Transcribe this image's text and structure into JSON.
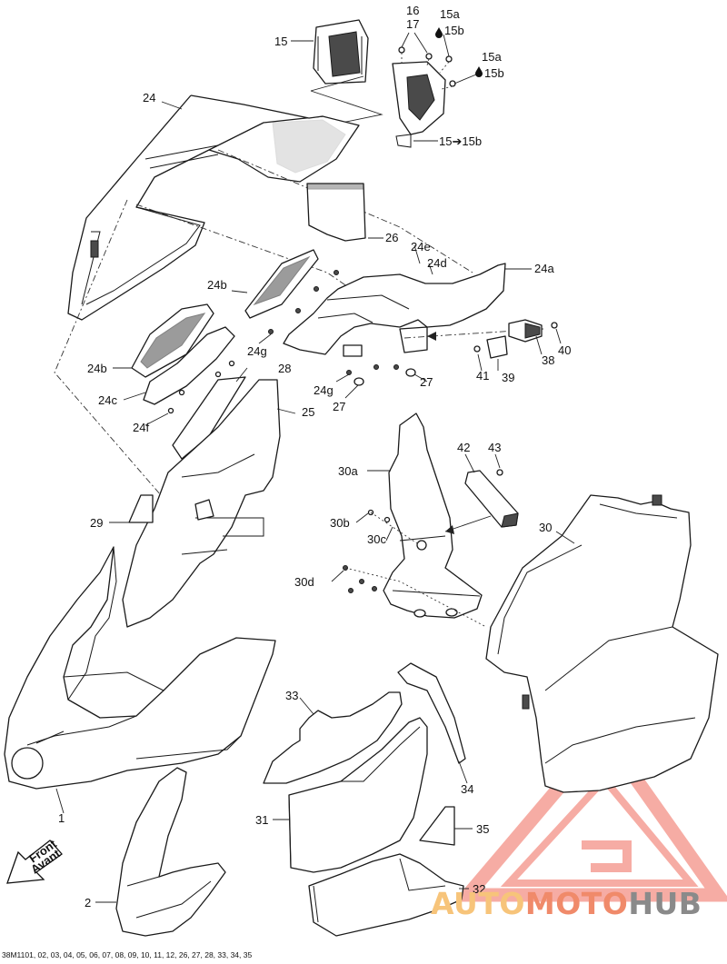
{
  "callouts": {
    "c15": "15",
    "c16": "16",
    "c17": "17",
    "c15a_1": "15a",
    "c15b_1": "15b",
    "c15a_2": "15a",
    "c15b_2": "15b",
    "c15to15b": "15➔15b",
    "c24": "24",
    "c26": "26",
    "c24e": "24e",
    "c24d": "24d",
    "c24a": "24a",
    "c24b_1": "24b",
    "c24g_1": "24g",
    "c24b_2": "24b",
    "c24c": "24c",
    "c24f": "24f",
    "c28": "28",
    "c25": "25",
    "c24g_2": "24g",
    "c27_1": "27",
    "c27_2": "27",
    "c38": "38",
    "c40": "40",
    "c41": "41",
    "c39": "39",
    "c42": "42",
    "c43": "43",
    "c30a": "30a",
    "c30b": "30b",
    "c30c": "30c",
    "c30d": "30d",
    "c30": "30",
    "c29": "29",
    "c1": "1",
    "c33": "33",
    "c34": "34",
    "c31": "31",
    "c35": "35",
    "c32": "32",
    "c2": "2"
  },
  "front_badge": {
    "line1": "Front",
    "line2": "Avant"
  },
  "footer_ref": "38M1101, 02, 03, 04, 05, 06, 07, 08, 09, 10, 11, 12, 26, 27, 28, 33, 34, 35",
  "watermark": {
    "word_auto": "AUTO",
    "word_moto": "MOTO",
    "word_hub": "HUB",
    "logo_icon": "triangle-logo-icon",
    "colors": {
      "auto": "#f7c47a",
      "moto": "#f08a6a",
      "hub": "#8a8a8a",
      "triangle": "#f06a5a"
    }
  },
  "drop_icon": "oil-drop-icon"
}
